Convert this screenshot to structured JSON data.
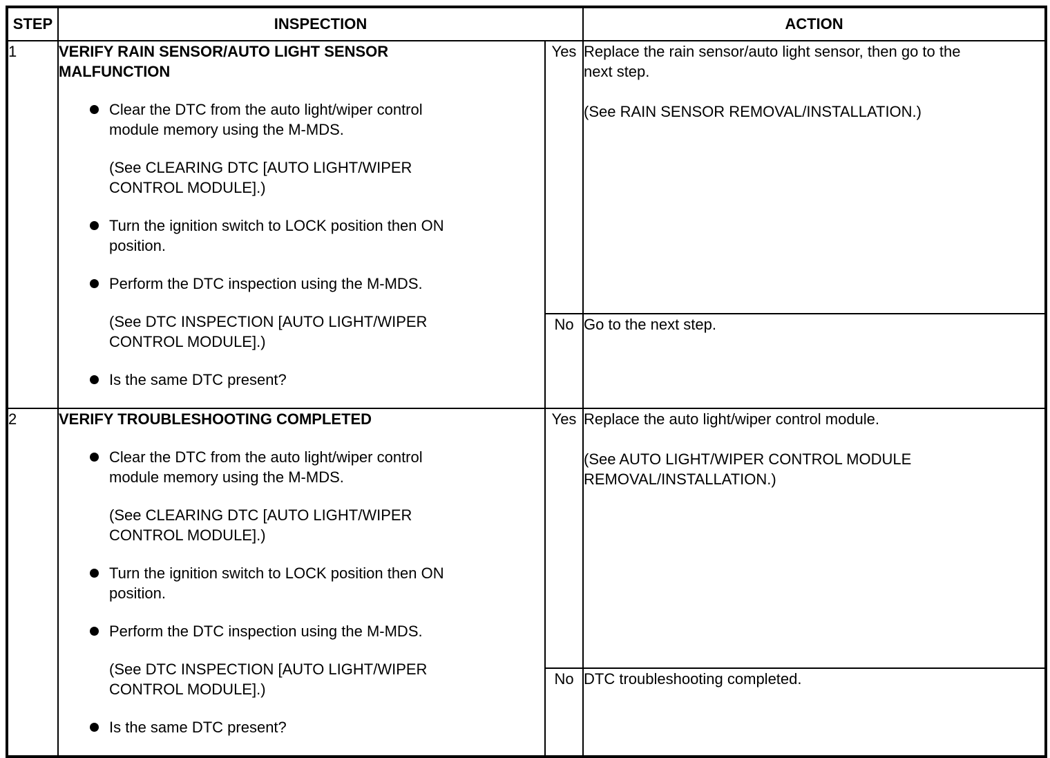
{
  "colors": {
    "text": "#000000",
    "background": "#ffffff",
    "border": "#000000"
  },
  "table": {
    "headers": {
      "step": "STEP",
      "inspection": "INSPECTION",
      "action": "ACTION"
    },
    "rows": [
      {
        "step": "1",
        "title": "VERIFY RAIN SENSOR/AUTO LIGHT SENSOR\nMALFUNCTION",
        "items": [
          {
            "type": "bullet",
            "text": "Clear the DTC from the auto light/wiper control\nmodule memory using the M-MDS."
          },
          {
            "type": "note",
            "text": "(See CLEARING DTC [AUTO LIGHT/WIPER\nCONTROL MODULE].)"
          },
          {
            "type": "bullet",
            "text": "Turn the ignition switch to LOCK position then ON\nposition."
          },
          {
            "type": "bullet",
            "text": "Perform the DTC inspection using the M-MDS."
          },
          {
            "type": "note",
            "text": "(See DTC INSPECTION [AUTO LIGHT/WIPER\nCONTROL MODULE].)"
          },
          {
            "type": "bullet",
            "text": "Is the same DTC present?"
          }
        ],
        "yes": {
          "label": "Yes",
          "text": "Replace the rain sensor/auto light sensor, then go to the\nnext step.\n\n(See RAIN SENSOR REMOVAL/INSTALLATION.)"
        },
        "no": {
          "label": "No",
          "text": "Go to the next step."
        }
      },
      {
        "step": "2",
        "title": "VERIFY TROUBLESHOOTING COMPLETED",
        "items": [
          {
            "type": "bullet",
            "text": "Clear the DTC from the auto light/wiper control\nmodule memory using the M-MDS."
          },
          {
            "type": "note",
            "text": "(See CLEARING DTC [AUTO LIGHT/WIPER\nCONTROL MODULE].)"
          },
          {
            "type": "bullet",
            "text": "Turn the ignition switch to LOCK position then ON\nposition."
          },
          {
            "type": "bullet",
            "text": "Perform the DTC inspection using the M-MDS."
          },
          {
            "type": "note",
            "text": "(See DTC INSPECTION [AUTO LIGHT/WIPER\nCONTROL MODULE].)"
          },
          {
            "type": "bullet",
            "text": "Is the same DTC present?"
          }
        ],
        "yes": {
          "label": "Yes",
          "text": "Replace the auto light/wiper control module.\n\n(See AUTO LIGHT/WIPER CONTROL MODULE\nREMOVAL/INSTALLATION.)"
        },
        "no": {
          "label": "No",
          "text": "DTC troubleshooting completed."
        }
      }
    ]
  }
}
